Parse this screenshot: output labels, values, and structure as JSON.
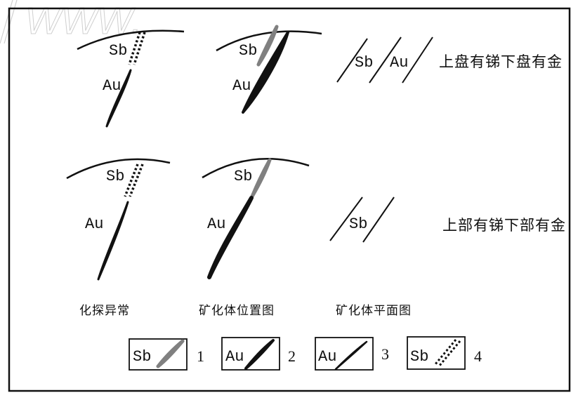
{
  "watermark": "WWW.",
  "labels": {
    "sb": "Sb",
    "au": "Au"
  },
  "rows": [
    {
      "description": "上盘有锑下盘有金"
    },
    {
      "description": "上部有锑下部有金"
    }
  ],
  "captions": [
    "化探异常",
    "矿化体位置图",
    "矿化体平面图"
  ],
  "legend": [
    {
      "label": "Sb",
      "number": "1"
    },
    {
      "label": "Au",
      "number": "2"
    },
    {
      "label": "Au",
      "number": "3"
    },
    {
      "label": "Sb",
      "number": "4"
    }
  ],
  "colors": {
    "line": "#111111",
    "sb_orebody": "#808080",
    "au_orebody": "#111111"
  }
}
